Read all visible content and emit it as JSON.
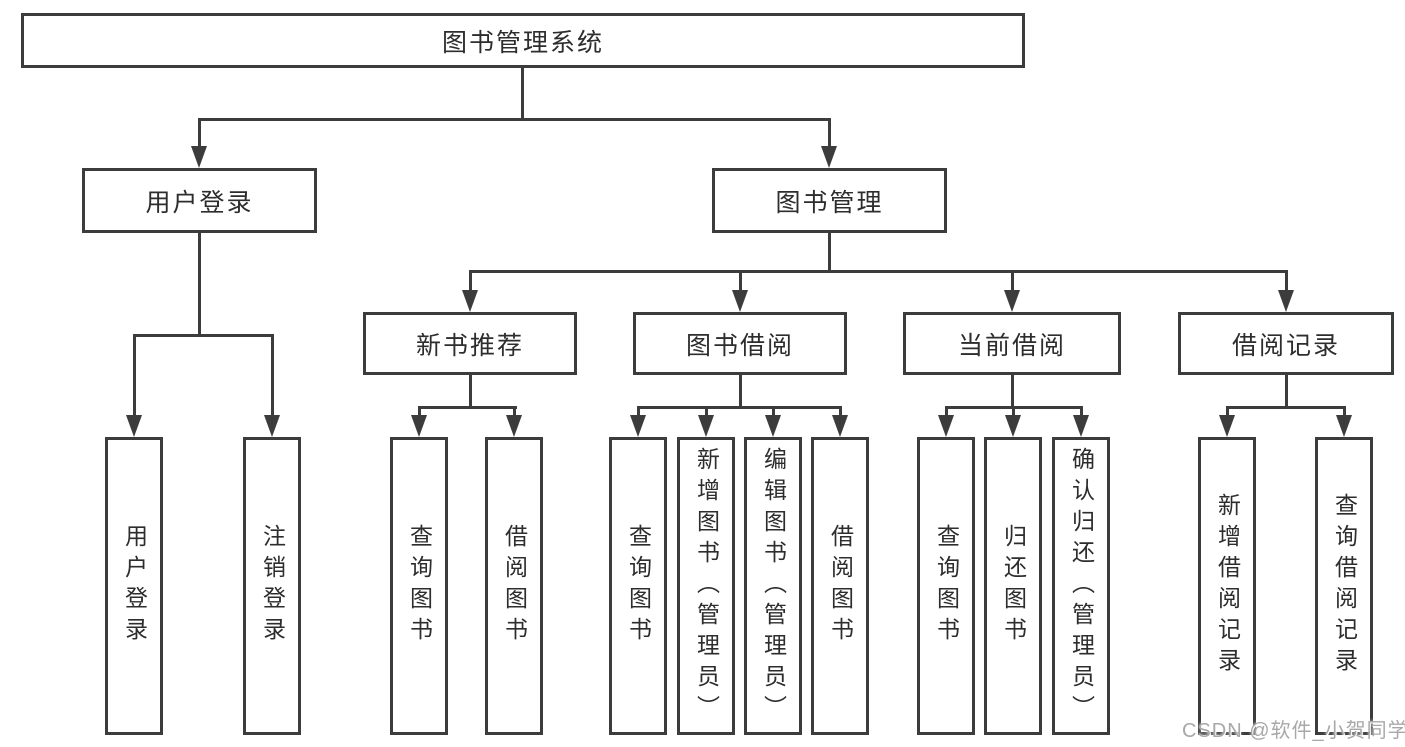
{
  "diagram": {
    "root": {
      "label": "图书管理系统"
    },
    "level2": {
      "user_login": {
        "label": "用户登录"
      },
      "book_management": {
        "label": "图书管理"
      }
    },
    "level3": {
      "new_book_recommend": {
        "label": "新书推荐"
      },
      "book_borrow": {
        "label": "图书借阅"
      },
      "current_borrow": {
        "label": "当前借阅"
      },
      "borrow_records": {
        "label": "借阅记录"
      }
    },
    "leaves": {
      "user_login_leaf": {
        "label": "用户登录"
      },
      "logout_leaf": {
        "label": "注销登录"
      },
      "recommend_query_books": {
        "label": "查询图书"
      },
      "recommend_borrow_books": {
        "label": "借阅图书"
      },
      "borrow_query_books": {
        "label": "查询图书"
      },
      "borrow_add_books": {
        "label": "新增图书（管理员）"
      },
      "borrow_edit_books": {
        "label": "编辑图书（管理员）"
      },
      "borrow_borrow_books": {
        "label": "借阅图书"
      },
      "current_query_books": {
        "label": "查询图书"
      },
      "current_return_books": {
        "label": "归还图书"
      },
      "current_confirm_return": {
        "label": "确认归还（管理员）"
      },
      "records_add_record": {
        "label": "新增借阅记录"
      },
      "records_query_record": {
        "label": "查询借阅记录"
      }
    },
    "watermark": "CSDN @软件_小贺同学",
    "colors": {
      "line": "#3c3c3c",
      "border": "#3c3c3c",
      "text": "#2d2d2d",
      "background": "#ffffff",
      "watermark": "#a8a8a8"
    }
  }
}
